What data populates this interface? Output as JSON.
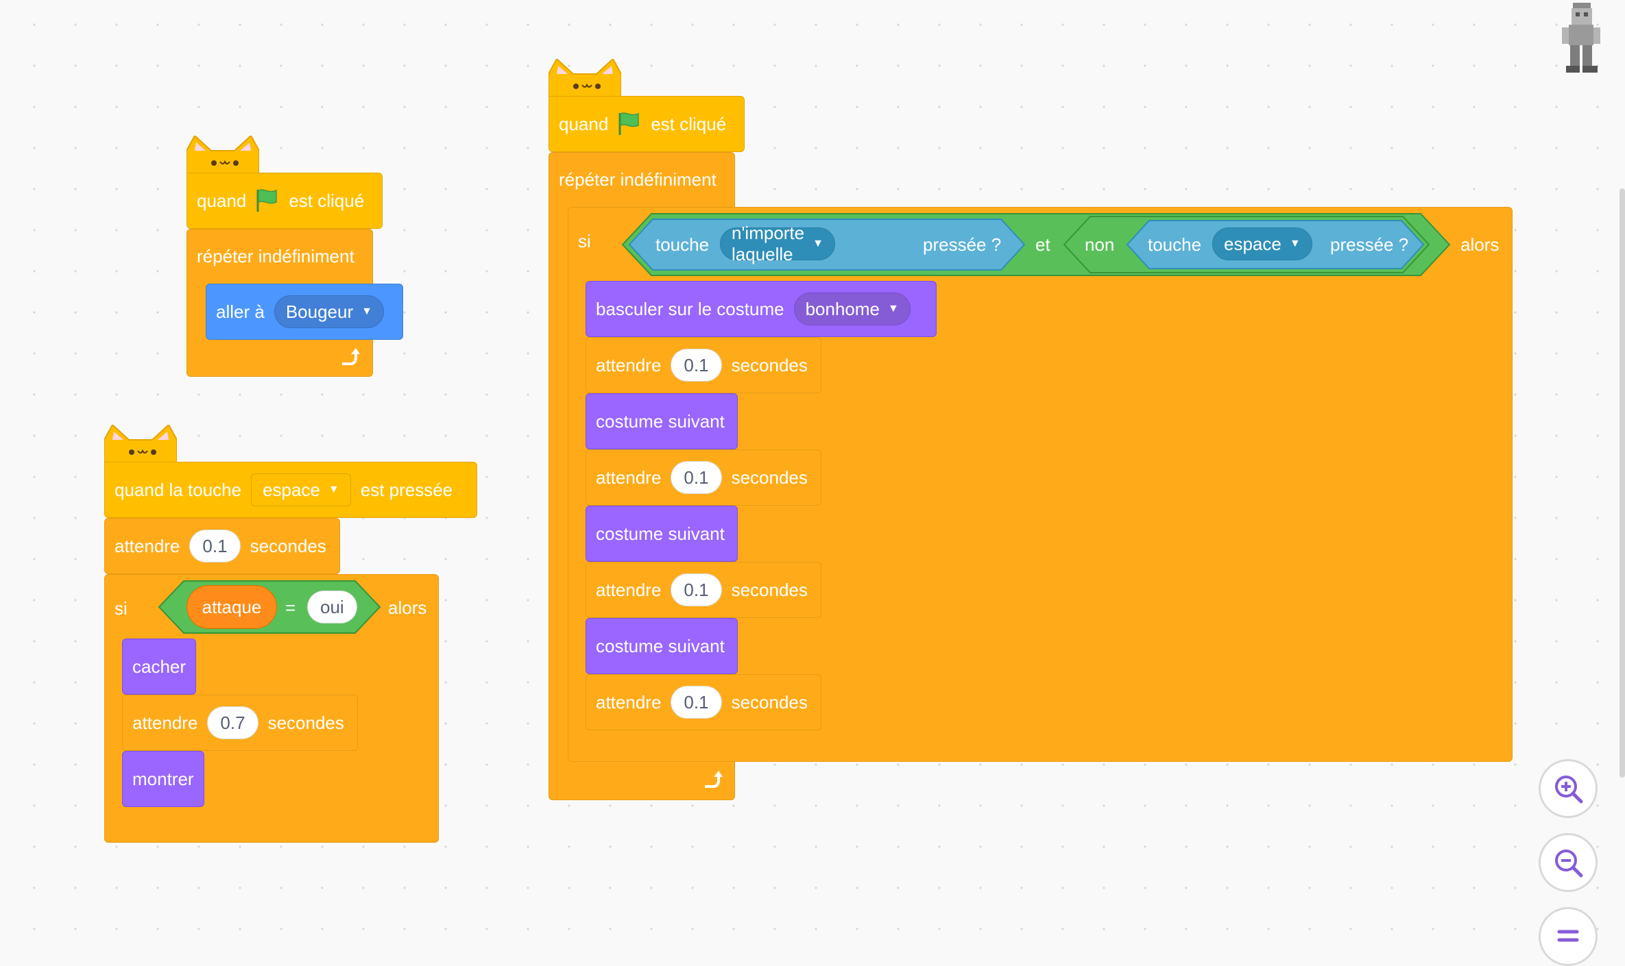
{
  "script1": {
    "when": "quand",
    "clicked": "est cliqué",
    "forever": "répéter indéfiniment",
    "goto": "aller à",
    "goto_target": "Bougeur"
  },
  "script2": {
    "when_key": "quand la touche",
    "key": "espace",
    "pressed": "est pressée",
    "wait": "attendre",
    "wait_value": "0.1",
    "seconds": "secondes",
    "if": "si",
    "variable": "attaque",
    "equals": "=",
    "compare_value": "oui",
    "then": "alors",
    "hide": "cacher",
    "wait2_value": "0.7",
    "show": "montrer"
  },
  "script3": {
    "when": "quand",
    "clicked": "est cliqué",
    "forever": "répéter indéfiniment",
    "if": "si",
    "key_sensor": "touche",
    "any_key": "n'importe laquelle",
    "pressed_q": "pressée ?",
    "and": "et",
    "not": "non",
    "space_key": "espace",
    "then": "alors",
    "switch_costume": "basculer sur le costume",
    "costume": "bonhome",
    "wait": "attendre",
    "wait_value": "0.1",
    "seconds": "secondes",
    "next_costume": "costume suivant"
  },
  "zoom": {
    "in_icon": "zoom-in-icon",
    "out_icon": "zoom-out-icon",
    "reset_icon": "zoom-reset-icon"
  },
  "colors": {
    "events": "#ffbf00",
    "control": "#ffab19",
    "motion": "#4c97ff",
    "looks": "#9966ff",
    "operators": "#59c059",
    "sensing": "#5cb1d6",
    "variables": "#ff8c1a"
  }
}
